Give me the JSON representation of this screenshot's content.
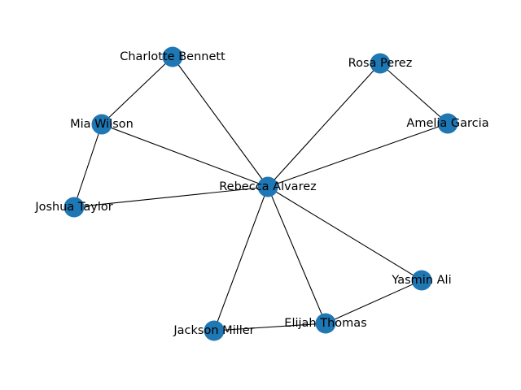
{
  "graph": {
    "node_color": "#1f77b4",
    "edge_color": "#000000",
    "nodes": [
      {
        "id": "rebecca",
        "label": "Rebecca Alvarez"
      },
      {
        "id": "charlotte",
        "label": "Charlotte Bennett"
      },
      {
        "id": "mia",
        "label": "Mia Wilson"
      },
      {
        "id": "joshua",
        "label": "Joshua Taylor"
      },
      {
        "id": "rosa",
        "label": "Rosa Perez"
      },
      {
        "id": "amelia",
        "label": "Amelia Garcia"
      },
      {
        "id": "yasmin",
        "label": "Yasmin Ali"
      },
      {
        "id": "elijah",
        "label": "Elijah Thomas"
      },
      {
        "id": "jackson",
        "label": "Jackson Miller"
      }
    ],
    "edges": [
      [
        "rebecca",
        "charlotte"
      ],
      [
        "rebecca",
        "mia"
      ],
      [
        "rebecca",
        "joshua"
      ],
      [
        "rebecca",
        "rosa"
      ],
      [
        "rebecca",
        "amelia"
      ],
      [
        "rebecca",
        "yasmin"
      ],
      [
        "rebecca",
        "elijah"
      ],
      [
        "rebecca",
        "jackson"
      ],
      [
        "charlotte",
        "mia"
      ],
      [
        "mia",
        "joshua"
      ],
      [
        "rosa",
        "amelia"
      ],
      [
        "yasmin",
        "elijah"
      ],
      [
        "elijah",
        "jackson"
      ]
    ]
  }
}
